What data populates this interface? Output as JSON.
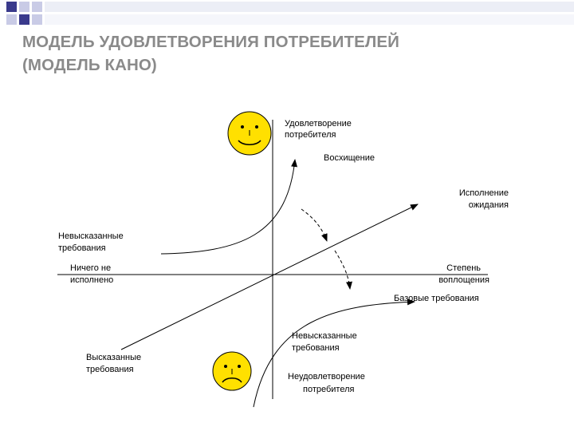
{
  "title": {
    "line1": "МОДЕЛЬ УДОВЛЕТВОРЕНИЯ ПОТРЕБИТЕЛЕЙ",
    "line2": "(МОДЕЛЬ КАНО)"
  },
  "colors": {
    "header_square_dark": "#3a3a8c",
    "header_square_light": "#c9cbe6",
    "header_band": "#eceef6",
    "title_text": "#8a8a8a",
    "face_fill": "#ffe000",
    "line": "#000000"
  },
  "diagram": {
    "satisfaction_axis": {
      "line1": "Удовлетворение",
      "line2": "потребителя"
    },
    "dissatisfaction_axis": {
      "line1": "Неудовлетворение",
      "line2": "потребителя"
    },
    "fulfillment_axis": {
      "line1": "Степень",
      "line2": "воплощения"
    },
    "not_fulfilled": {
      "line1": "Ничего не",
      "line2": "исполнено"
    },
    "delight": {
      "label": "Восхищение"
    },
    "performance": {
      "line1": "Исполнение",
      "line2": "ожидания"
    },
    "unspoken_upper": {
      "line1": "Невысказанные",
      "line2": "требования"
    },
    "basic": {
      "label": "Базовые требования"
    },
    "unspoken_lower": {
      "line1": "Невысказанные",
      "line2": "требования"
    },
    "spoken": {
      "line1": "Высказанные",
      "line2": "требования"
    },
    "happy_face": {
      "icon": "happy-face-icon"
    },
    "sad_face": {
      "icon": "sad-face-icon"
    }
  }
}
